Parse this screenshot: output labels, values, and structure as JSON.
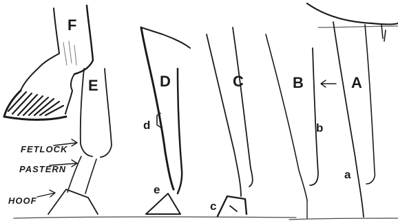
{
  "labels": {
    "F": "F",
    "E": "E",
    "D": "D",
    "C": "C",
    "B": "B",
    "A": "A",
    "a": "a",
    "b": "b",
    "c": "c",
    "d": "d",
    "e": "e"
  },
  "terms": {
    "fetlock": "FETLOCK",
    "pastern": "PASTERN",
    "hoof": "HOOF"
  },
  "colors": {
    "ink": "#1b1b1b",
    "paper": "#ffffff"
  }
}
